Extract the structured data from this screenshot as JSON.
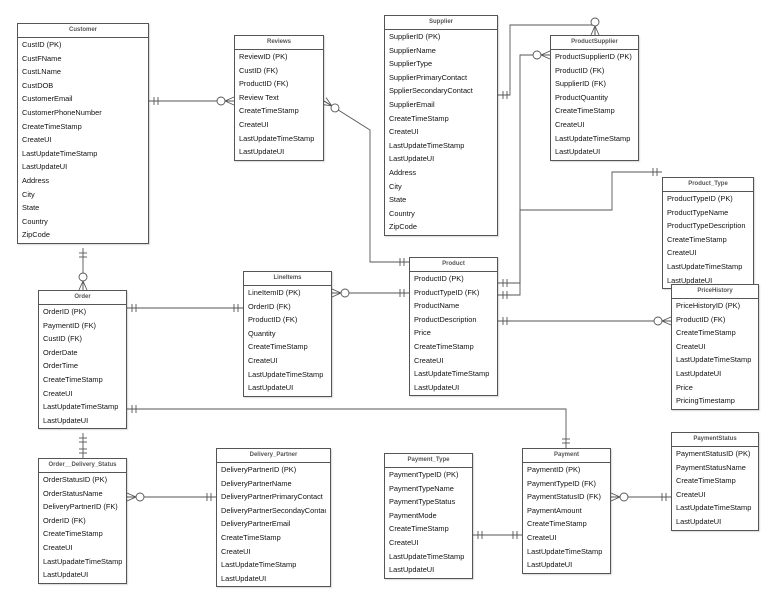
{
  "entities": [
    {
      "key": "customer",
      "title": "Customer",
      "fields": [
        "CustID (PK)",
        "CustFName",
        "CustLName",
        "CustDOB",
        "CustomerEmail",
        "CustomerPhoneNumber",
        "CreateTimeStamp",
        "CreateUI",
        "LastUpdateTimeStamp",
        "LastUpdateUI",
        "Address",
        "City",
        "State",
        "Country",
        "ZipCode"
      ]
    },
    {
      "key": "reviews",
      "title": "Reviews",
      "fields": [
        "ReviewID (PK)",
        "CustID (FK)",
        "ProductID (FK)",
        "Review Text",
        "CreateTimeStamp",
        "CreateUI",
        "LastUpdateTimeStamp",
        "LastUpdateUI"
      ]
    },
    {
      "key": "supplier",
      "title": "Supplier",
      "fields": [
        "SupplierID (PK)",
        "SupplierName",
        "SupplierType",
        "SupplierPrimaryContact",
        "SpplierSecondaryContact",
        "SupplierEmail",
        "CreateTimeStamp",
        "CreateUI",
        "LastUpdateTimeStamp",
        "LastUpdateUI",
        "Address",
        "City",
        "State",
        "Country",
        "ZipCode"
      ]
    },
    {
      "key": "productsupplier",
      "title": "ProductSupplier",
      "fields": [
        "ProductSupplierID (PK)",
        "ProductID (FK)",
        "SupplierID (FK)",
        "ProductQuantity",
        "CreateTimeStamp",
        "CreateUI",
        "LastUpdateTimeStamp",
        "LastUpdateUI"
      ]
    },
    {
      "key": "product_type",
      "title": "Product_Type",
      "fields": [
        "ProductTypeID (PK)",
        "ProductTypeName",
        "ProductTypeDescription",
        "CreateTimeStamp",
        "CreateUI",
        "LastUpdateTimeStamp",
        "LastUpdateUI"
      ]
    },
    {
      "key": "order",
      "title": "Order",
      "fields": [
        "OrderID (PK)",
        "PaymentID (FK)",
        "CustID (FK)",
        "OrderDate",
        "OrderTime",
        "CreateTimeStamp",
        "CreateUI",
        "LastUpdateTimeStamp",
        "LastUpdateUI"
      ]
    },
    {
      "key": "lineitems",
      "title": "LineItems",
      "fields": [
        "LineItemID (PK)",
        "OrderID (FK)",
        "ProductID (FK)",
        "Quantity",
        "CreateTimeStamp",
        "CreateUI",
        "LastUpdateTimeStamp",
        "LastUpdateUI"
      ]
    },
    {
      "key": "product",
      "title": "Product",
      "fields": [
        "ProductID (PK)",
        "ProductTypeID (FK)",
        "ProductName",
        "ProductDescription",
        "Price",
        "CreateTimeStamp",
        "CreateUI",
        "LastUpdateTimeStamp",
        "LastUpdateUI"
      ]
    },
    {
      "key": "pricehistory",
      "title": "PriceHistory",
      "fields": [
        "PriceHistoryID (PK)",
        "ProductID (FK)",
        "CreateTimeStamp",
        "CreateUI",
        "LastUpdateTimeStamp",
        "LastUpdateUI",
        "Price",
        "PricingTimestamp"
      ]
    },
    {
      "key": "order_delivery_status",
      "title": "Order__Delivery_Status",
      "fields": [
        "OrderStatusID (PK)",
        "OrderStatusName",
        "DeliveryPartnerID (FK)",
        "OrderID (FK)",
        "CreateTimeStamp",
        "CreateUI",
        "LastUpadateTimeStamp",
        "LastUpdateUI"
      ]
    },
    {
      "key": "delivery_partner",
      "title": "Delivery_Partner",
      "fields": [
        "DeliveryPartnerID (PK)",
        "DeliveryPartnerName",
        "DeliveryPartnerPrimaryContact",
        "DeliveryPartnerSecondayContact",
        "DeliveryPartnerEmail",
        "CreateTimeStamp",
        "CreateUI",
        "LastUpdateTimeStamp",
        "LastUpdateUI"
      ]
    },
    {
      "key": "payment_type",
      "title": "Payment_Type",
      "fields": [
        "PaymentTypeID (PK)",
        "PaymentTypeName",
        "PaymentTypeStatus",
        "PaymentMode",
        "CreateTimeStamp",
        "CreateUI",
        "LastUpdateTimeStamp",
        "LastUpdateUI"
      ]
    },
    {
      "key": "payment",
      "title": "Payment",
      "fields": [
        "PaymentID (PK)",
        "PaymentTypeID (FK)",
        "PaymentStatusID (FK)",
        "PaymentAmount",
        "CreateTimeStamp",
        "CreateUI",
        "LastUpdateTimeStamp",
        "LastUpdateUI"
      ]
    },
    {
      "key": "paymentstatus",
      "title": "PaymentStatus",
      "fields": [
        "PaymentStatusID (PK)",
        "PaymentStatusName",
        "CreateTimeStamp",
        "CreateUI",
        "LastUpdateTimeStamp",
        "LastUpdateUI"
      ]
    }
  ],
  "relationships": [
    {
      "from": "customer",
      "to": "reviews",
      "from_end": "one",
      "to_end": "zero-many"
    },
    {
      "from": "customer",
      "to": "order",
      "from_end": "one",
      "to_end": "zero-many"
    },
    {
      "from": "product",
      "to": "reviews",
      "from_end": "one",
      "to_end": "zero-many"
    },
    {
      "from": "supplier",
      "to": "productsupplier",
      "from_end": "one",
      "to_end": "zero-many"
    },
    {
      "from": "product",
      "to": "productsupplier",
      "from_end": "one",
      "to_end": "zero-many"
    },
    {
      "from": "product_type",
      "to": "product",
      "from_end": "one",
      "to_end": "one"
    },
    {
      "from": "order",
      "to": "lineitems",
      "from_end": "one",
      "to_end": "one"
    },
    {
      "from": "product",
      "to": "lineitems",
      "from_end": "one",
      "to_end": "zero-many"
    },
    {
      "from": "product",
      "to": "pricehistory",
      "from_end": "one",
      "to_end": "zero-many"
    },
    {
      "from": "order",
      "to": "order_delivery_status",
      "from_end": "one",
      "to_end": "one"
    },
    {
      "from": "delivery_partner",
      "to": "order_delivery_status",
      "from_end": "one",
      "to_end": "zero-many"
    },
    {
      "from": "order",
      "to": "payment",
      "from_end": "one",
      "to_end": "one"
    },
    {
      "from": "payment_type",
      "to": "payment",
      "from_end": "one",
      "to_end": "one"
    },
    {
      "from": "paymentstatus",
      "to": "payment",
      "from_end": "one",
      "to_end": "zero-many"
    }
  ],
  "colors": {
    "line": "#555555",
    "border": "#555555",
    "title_text": "#555555",
    "field_text": "#111111"
  }
}
